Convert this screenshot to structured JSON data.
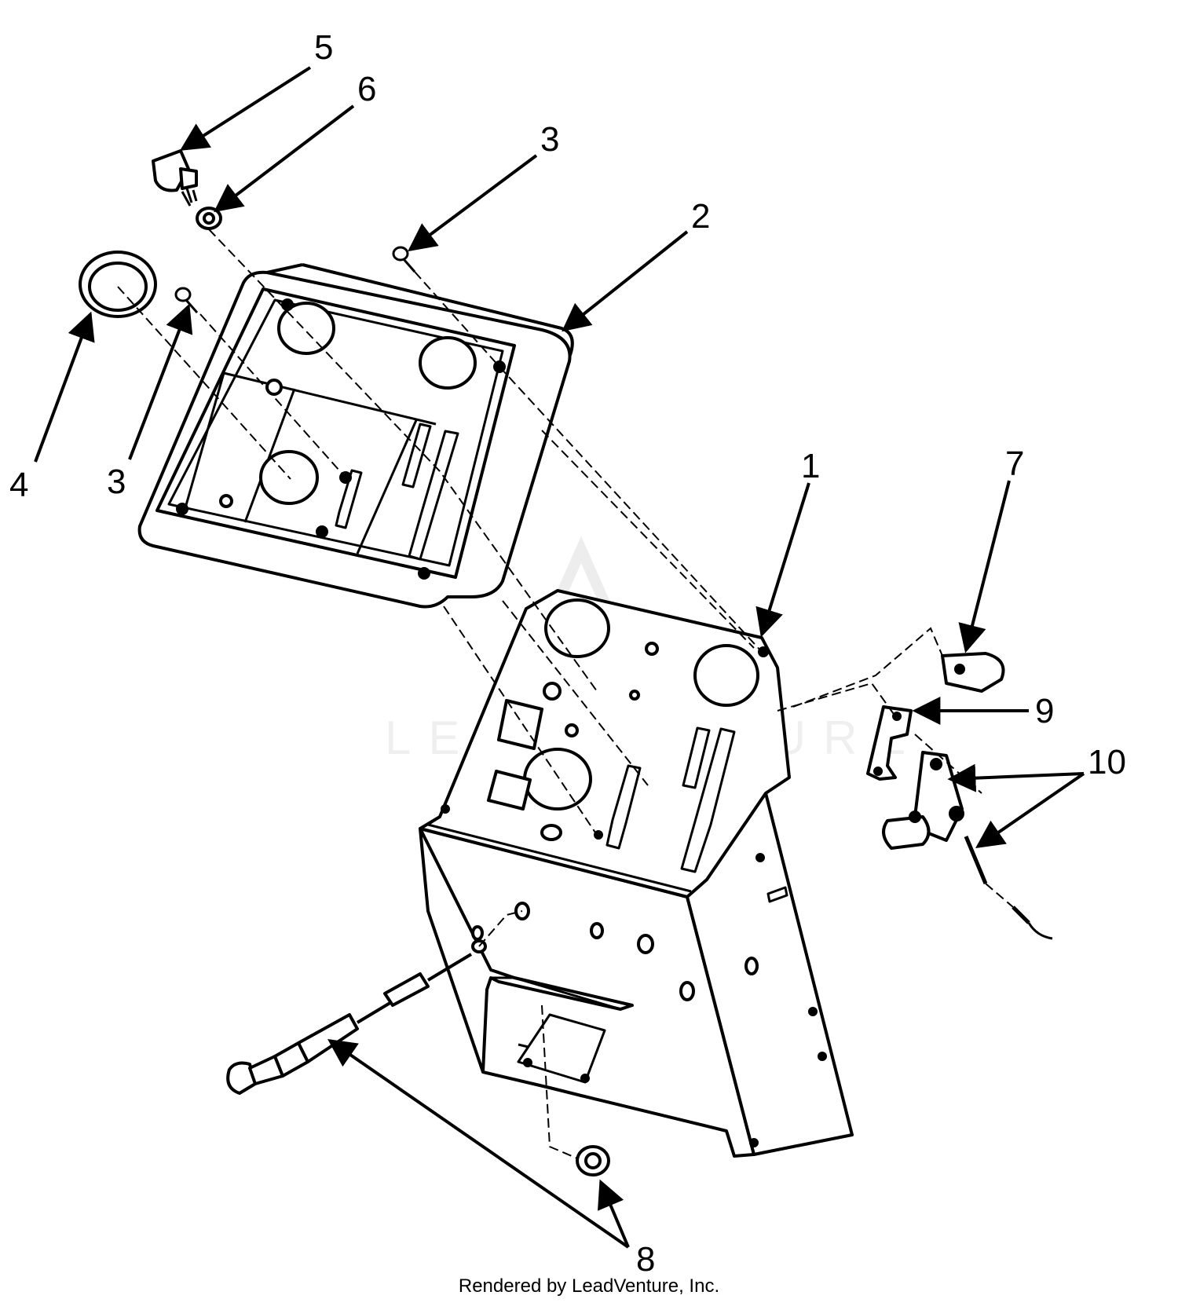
{
  "callouts": {
    "c1": "1",
    "c2": "2",
    "c3a": "3",
    "c3b": "3",
    "c4": "4",
    "c5": "5",
    "c6": "6",
    "c7": "7",
    "c8": "8",
    "c9": "9",
    "c10": "10"
  },
  "watermark": "LEADVENTURE",
  "footer": "Rendered by LeadVenture, Inc."
}
